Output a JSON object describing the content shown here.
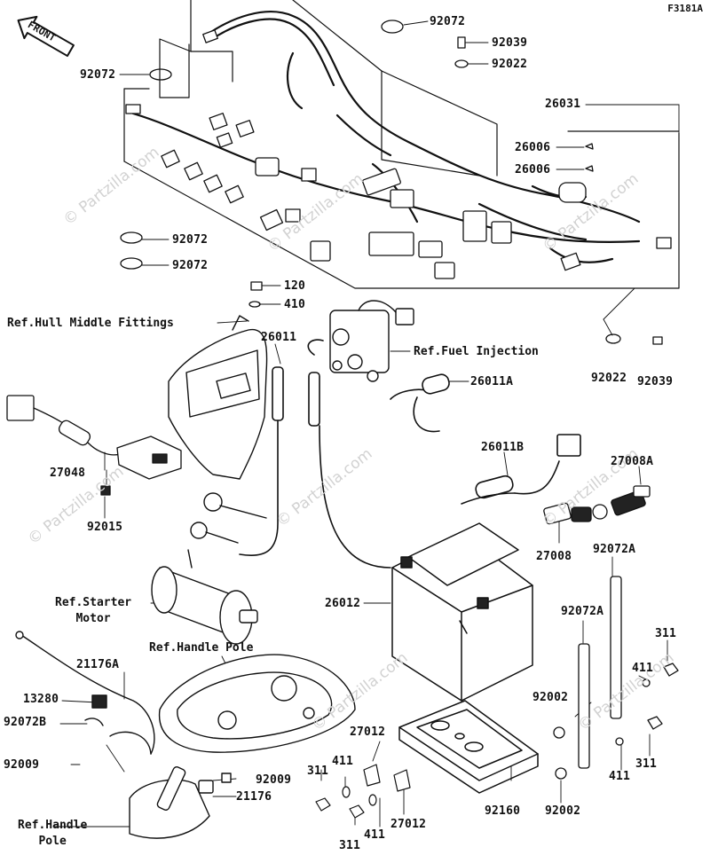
{
  "figure_code": "F3181A",
  "front_label": "FRONT",
  "watermark": "© Partzilla.com",
  "refs": {
    "hull_middle": "Ref.Hull Middle Fittings",
    "fuel_injection": "Ref.Fuel Injection",
    "starter_motor": "Ref.Starter\nMotor",
    "handle_pole_upper": "Ref.Handle Pole",
    "handle_pole_lower": "Ref.Handle\nPole"
  },
  "parts": {
    "p92072_top": "92072",
    "p92039_top": "92039",
    "p92022_top": "92022",
    "p92072_left": "92072",
    "p26031": "26031",
    "p26006_a": "26006",
    "p26006_b": "26006",
    "p92072_mid1": "92072",
    "p92072_mid2": "92072",
    "p120": "120",
    "p410": "410",
    "p26011": "26011",
    "p26011A": "26011A",
    "p92022_right": "92022",
    "p92039_right": "92039",
    "p26011B": "26011B",
    "p27008A": "27008A",
    "p27048": "27048",
    "p92015": "92015",
    "p27008": "27008",
    "p92072A_a": "92072A",
    "p26012": "26012",
    "p92072A_b": "92072A",
    "p311_a": "311",
    "p411_a": "411",
    "p21176A": "21176A",
    "p13280": "13280",
    "p92002_a": "92002",
    "p92072B": "92072B",
    "p27012_a": "27012",
    "p311_b": "311",
    "p92009_a": "92009",
    "p411_b": "411",
    "p311_c": "311",
    "p411_c": "411",
    "p92009_b": "92009",
    "p21176": "21176",
    "p27012_b": "27012",
    "p92160": "92160",
    "p92002_b": "92002",
    "p411_d": "411",
    "p311_d": "311"
  }
}
